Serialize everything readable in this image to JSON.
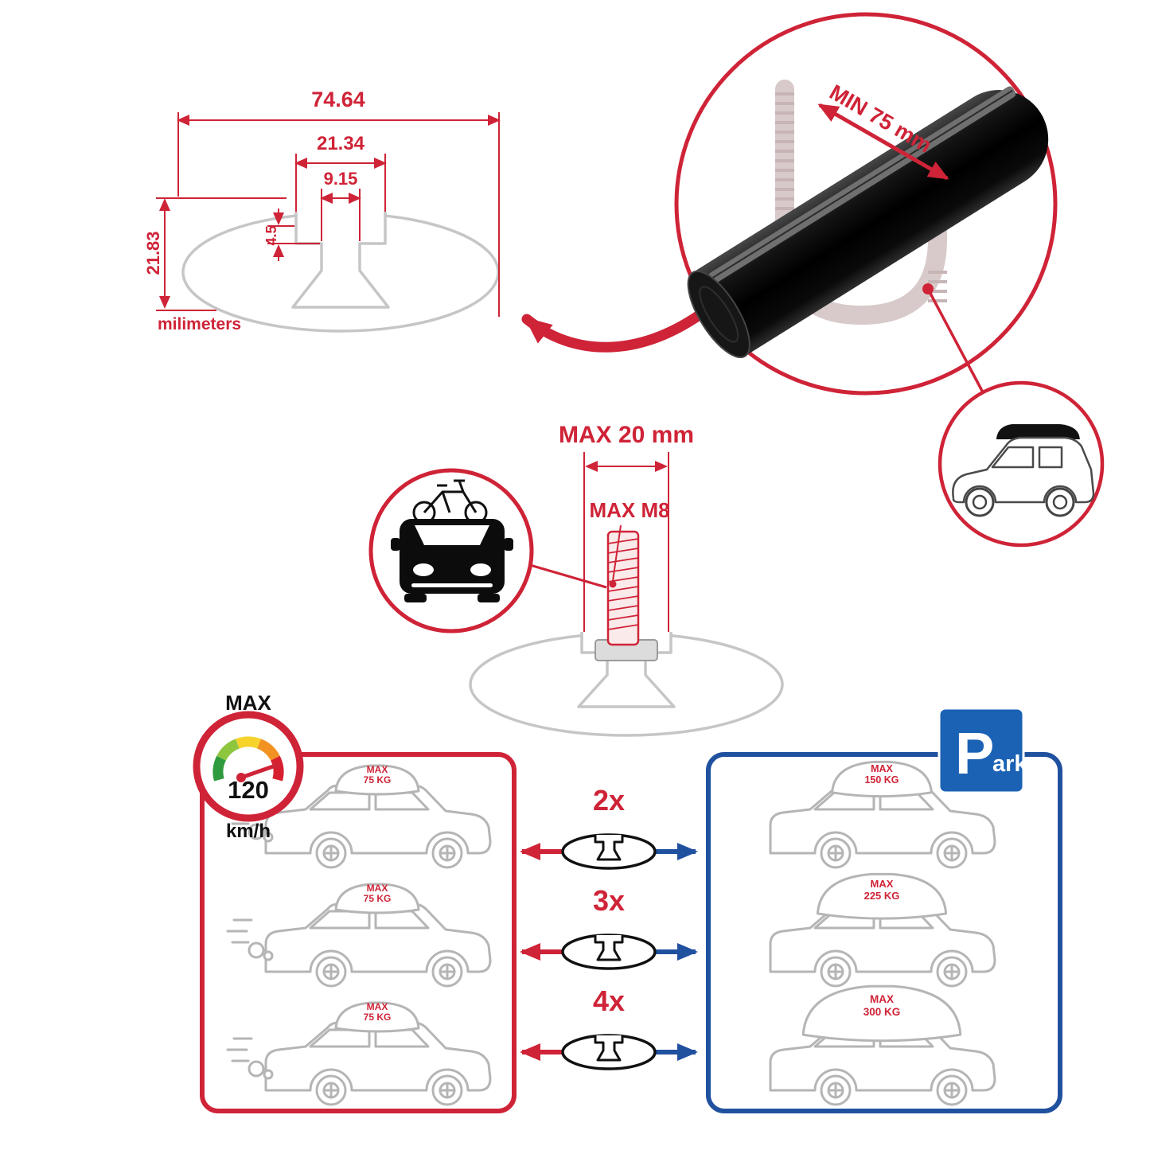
{
  "palette": {
    "red": "#cf2337",
    "blue": "#20519f",
    "sign_blue": "#1b62b5",
    "profile_gray": "#c6c6c6",
    "car_gray": "#b5b5b5"
  },
  "cross_section": {
    "total_width": "74.64",
    "slot_opening": "21.34",
    "slot_neck": "9.15",
    "lip_depth": "4.5",
    "total_height": "21.83",
    "units_label": "milimeters"
  },
  "clamp_detail": {
    "min_grip_label": "MIN 75 mm"
  },
  "bolt_detail": {
    "max_length_label": "MAX 20 mm",
    "max_thread_label": "MAX M8"
  },
  "speed_limit": {
    "title": "MAX",
    "value": "120",
    "units": "km/h"
  },
  "load_comparison": {
    "multipliers": [
      "2x",
      "3x",
      "4x"
    ],
    "driving_cars": [
      {
        "label": "MAX",
        "weight": "75 KG"
      },
      {
        "label": "MAX",
        "weight": "75 KG"
      },
      {
        "label": "MAX",
        "weight": "75 KG"
      }
    ],
    "parked_cars": [
      {
        "label": "MAX",
        "weight": "150 KG"
      },
      {
        "label": "MAX",
        "weight": "225 KG"
      },
      {
        "label": "MAX",
        "weight": "300 KG"
      }
    ]
  },
  "park_sign": {
    "letter": "P",
    "rest": "ark"
  }
}
